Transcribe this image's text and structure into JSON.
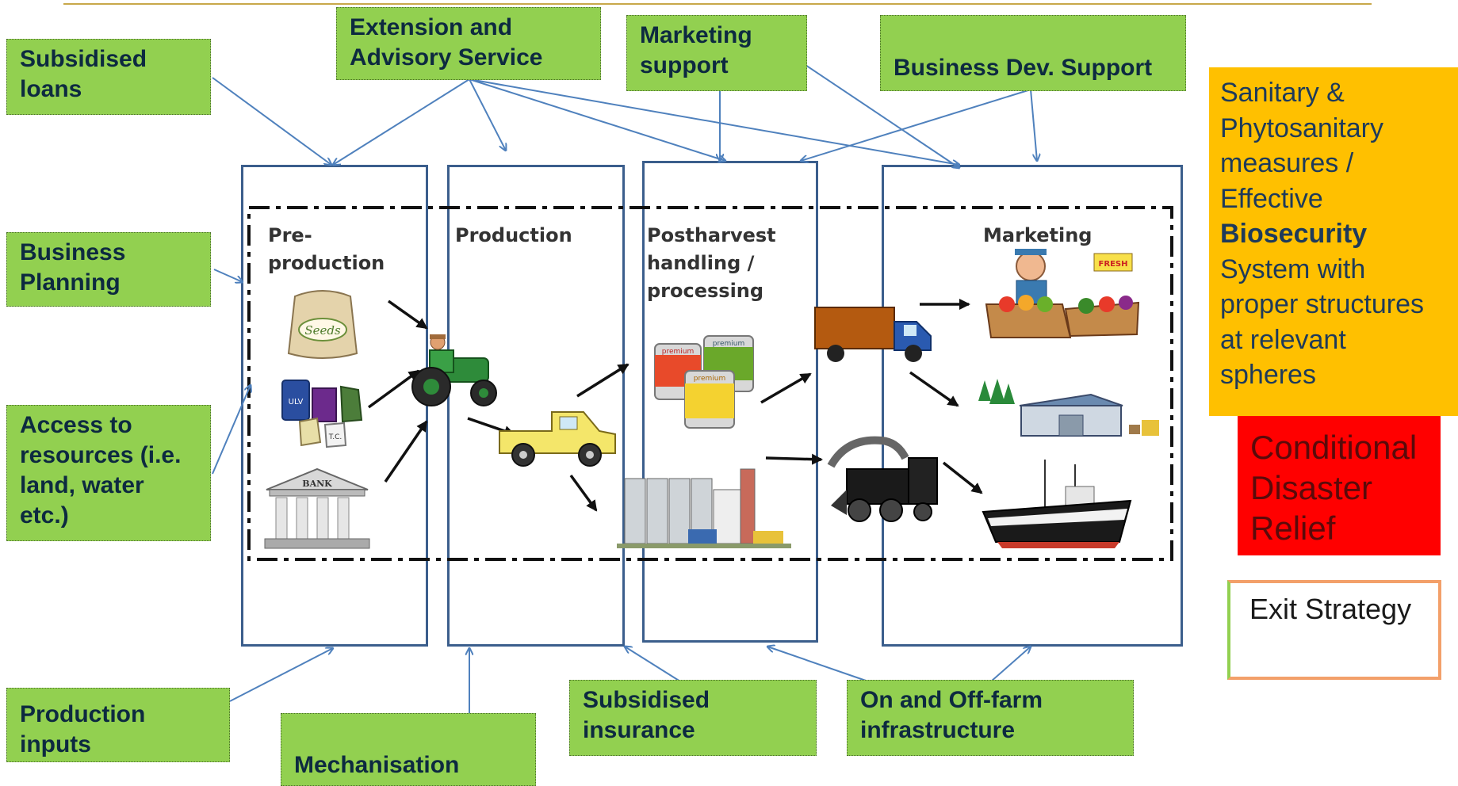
{
  "supports": {
    "subsidised_loans": "Subsidised loans",
    "extension": "Extension and Advisory Service",
    "marketing_support": "Marketing support",
    "business_dev": "Business Dev. Support",
    "business_planning": "Business Planning",
    "access_resources": "Access to resources (i.e. land, water etc.)",
    "production_inputs": "Production inputs",
    "mechanisation": "Mechanisation",
    "subsidised_insurance": "Subsidised insurance",
    "infrastructure": "On and Off-farm infrastructure"
  },
  "stages": {
    "preproduction": "Pre-production",
    "production": "Production",
    "postharvest": "Postharvest handling / processing",
    "marketing": "Marketing"
  },
  "images": {
    "seeds_label": "Seeds",
    "bank_label": "BANK",
    "can_label_1": "premium",
    "can_label_2": "premium",
    "can_label_3": "premium",
    "barrel_label": "ULV",
    "bag_label": "T.C.",
    "stall_sign": "FRESH"
  },
  "side": {
    "sps_line1": "Sanitary &",
    "sps_line2": "Phytosanitary",
    "sps_line3": "measures /",
    "sps_line4": "Effective",
    "sps_bold": "Biosecurity",
    "sps_line6": "System with",
    "sps_line7": "proper structures",
    "sps_line8": "at relevant",
    "sps_line9": "spheres",
    "disaster": "Conditional Disaster Relief",
    "exit": "Exit Strategy"
  },
  "colors": {
    "green_box": "#92d050",
    "stage_border": "#3b5e8c",
    "arrow": "#4f81bd",
    "yellow_box": "#ffc000",
    "red_box": "#ff0000",
    "exit_border": "#f3a06a"
  }
}
